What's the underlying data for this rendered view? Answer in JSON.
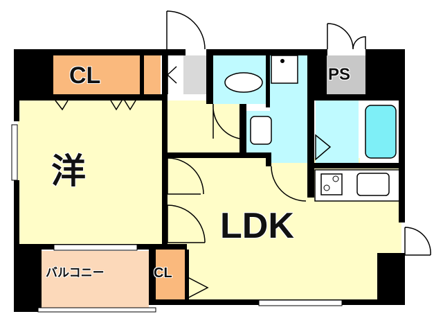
{
  "floor_plan": {
    "rooms": {
      "western_room": {
        "label": "洋",
        "color": "#FFFDC8"
      },
      "ldk": {
        "label": "LDK",
        "color": "#FFFDC8"
      },
      "closet_main": {
        "label": "CL",
        "color": "#FAB97D"
      },
      "closet_small": {
        "label": "CL",
        "color": "#FAB97D"
      },
      "pipe_space": {
        "label": "PS",
        "color": "#C8C8C8"
      },
      "balcony": {
        "label": "バルコニー",
        "color": "#FCD9BA"
      },
      "bathroom": {
        "label": "",
        "color": "#BFFAFF"
      },
      "toilet": {
        "label": "",
        "color": "#BFFAFF"
      },
      "washroom": {
        "label": "",
        "color": "#BFFAFF"
      },
      "entrance": {
        "label": "",
        "color": "#D9D9D9"
      }
    },
    "colors": {
      "wall": "#000000",
      "floor_yellow": "#FFFDC8",
      "wet_area": "#BFFAFF",
      "closet": "#FAB97D",
      "balcony": "#FCD9BA",
      "gray": "#C8C8C8",
      "bathtub": "#7EEFF7"
    }
  }
}
